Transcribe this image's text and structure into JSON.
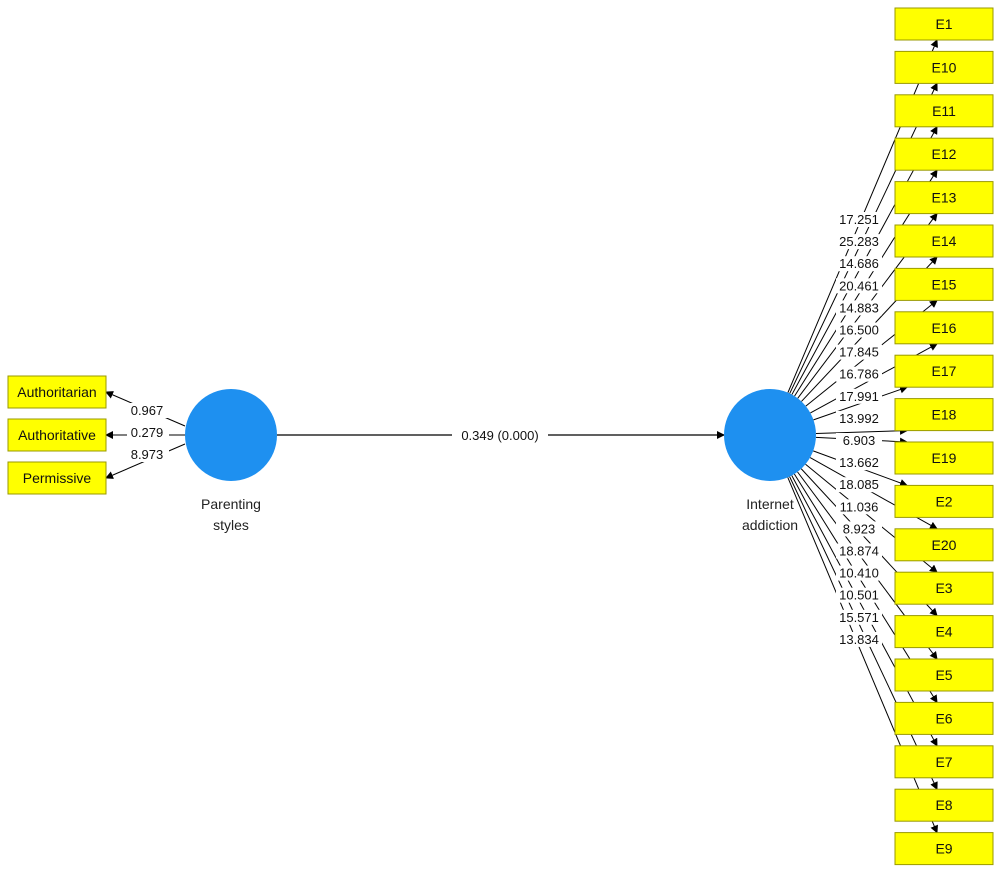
{
  "colors": {
    "construct_fill": "#1e90f0",
    "indicator_fill": "#ffff00",
    "indicator_border": "#9a9a00",
    "line": "#000000"
  },
  "constructs": {
    "parenting": {
      "label_line1": "Parenting",
      "label_line2": "styles"
    },
    "internet": {
      "label_line1": "Internet",
      "label_line2": "addiction"
    }
  },
  "path": {
    "label": "0.349 (0.000)"
  },
  "parenting_indicators": [
    {
      "name": "Authoritarian",
      "value": "0.967"
    },
    {
      "name": "Authoritative",
      "value": "0.279"
    },
    {
      "name": "Permissive",
      "value": "8.973"
    }
  ],
  "internet_indicators": [
    {
      "name": "E1",
      "value": "17.251"
    },
    {
      "name": "E10",
      "value": "25.283"
    },
    {
      "name": "E11",
      "value": "14.686"
    },
    {
      "name": "E12",
      "value": "20.461"
    },
    {
      "name": "E13",
      "value": "14.883"
    },
    {
      "name": "E14",
      "value": "16.500"
    },
    {
      "name": "E15",
      "value": "17.845"
    },
    {
      "name": "E16",
      "value": "16.786"
    },
    {
      "name": "E17",
      "value": "17.991"
    },
    {
      "name": "E18",
      "value": "13.992"
    },
    {
      "name": "E19",
      "value": "6.903"
    },
    {
      "name": "E2",
      "value": "13.662"
    },
    {
      "name": "E20",
      "value": "18.085"
    },
    {
      "name": "E3",
      "value": "11.036"
    },
    {
      "name": "E4",
      "value": "8.923"
    },
    {
      "name": "E5",
      "value": "18.874"
    },
    {
      "name": "E6",
      "value": "10.410"
    },
    {
      "name": "E7",
      "value": "10.501"
    },
    {
      "name": "E8",
      "value": "15.571"
    },
    {
      "name": "E9",
      "value": "13.834"
    }
  ]
}
